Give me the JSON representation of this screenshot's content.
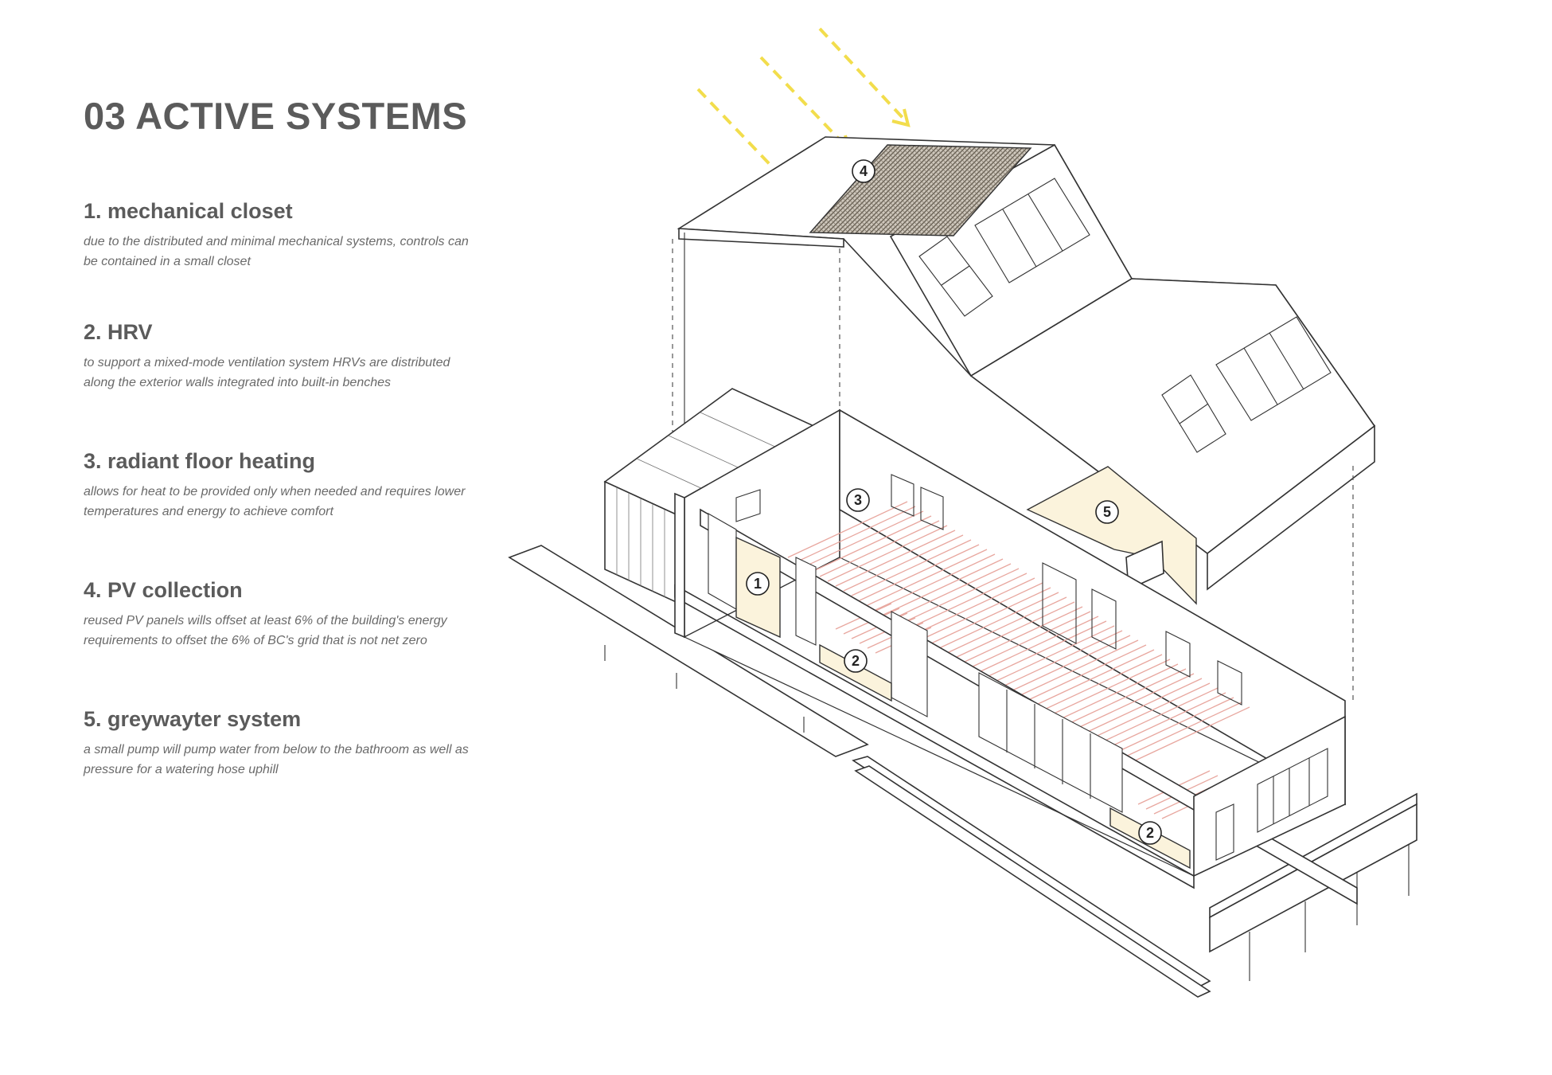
{
  "title": "03 ACTIVE SYSTEMS",
  "systems": [
    {
      "heading": "1. mechanical closet",
      "desc": "due to the distributed and minimal mechanical systems, controls can be contained in a small closet"
    },
    {
      "heading": "2. HRV",
      "desc": "to support a mixed-mode ventilation system HRVs are distributed along the exterior walls integrated into built-in benches"
    },
    {
      "heading": "3. radiant floor heating",
      "desc": "allows for heat to be provided only when needed and requires lower temperatures and energy to achieve comfort"
    },
    {
      "heading": "4. PV collection",
      "desc": "reused PV panels wills offset at least 6% of the building's energy requirements to offset the 6% of BC's grid that is not net zero"
    },
    {
      "heading": "5. greywayter system",
      "desc": "a small pump will pump water from below to the bathroom as well as pressure for a watering hose uphill"
    }
  ],
  "diagram": {
    "markers": [
      "1",
      "2",
      "2",
      "3",
      "4",
      "5"
    ],
    "colors": {
      "sun_arrows": "#f2dd4c",
      "radiant_heating": "#e8a79f",
      "highlight_fill": "#fbf3dc",
      "linework": "#333333"
    }
  }
}
